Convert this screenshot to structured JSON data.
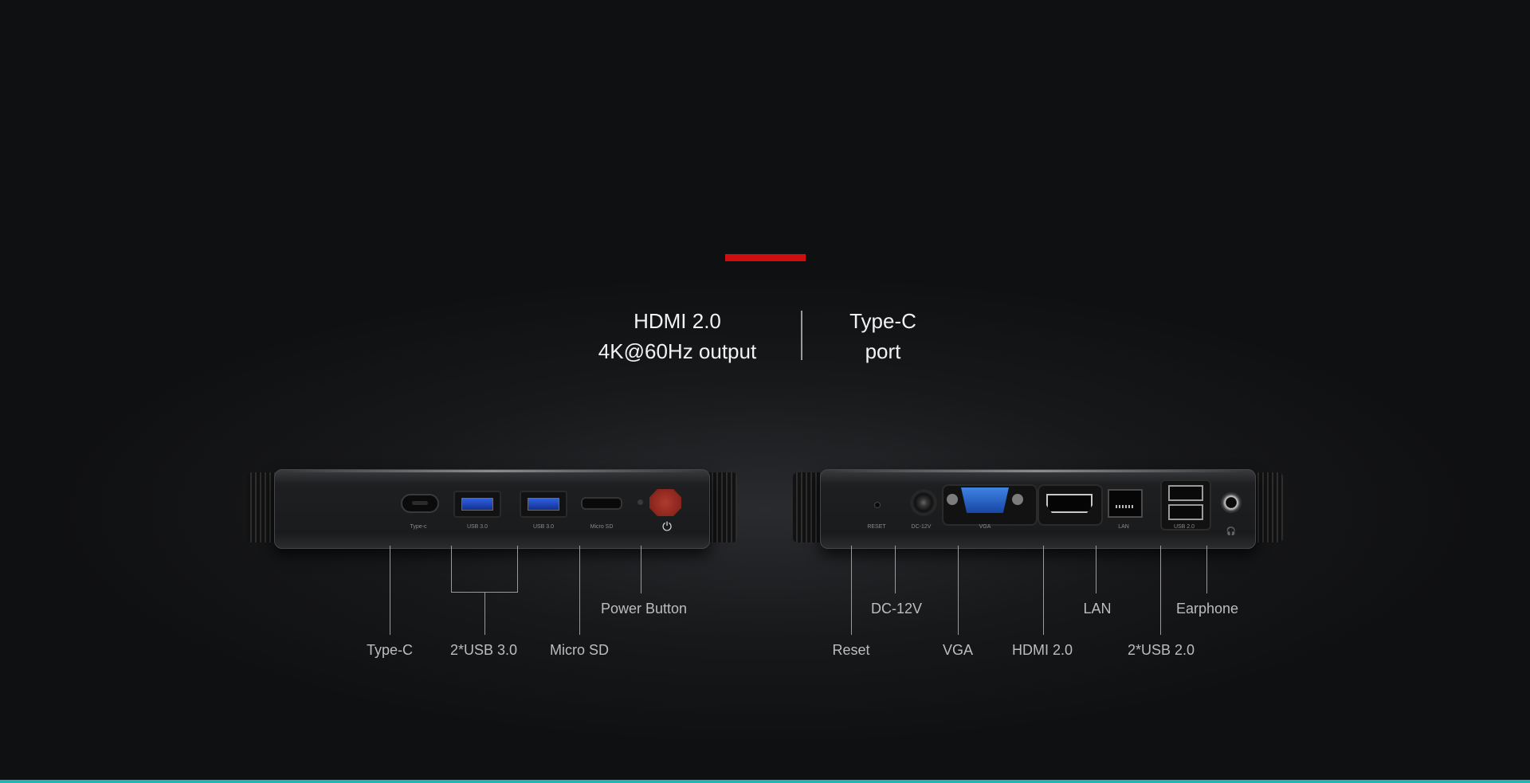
{
  "features": {
    "hdmi": {
      "line1": "HDMI 2.0",
      "line2": "4K@60Hz output"
    },
    "typec": {
      "line1": "Type-C",
      "line2": "port"
    }
  },
  "front_panel": {
    "port_labels": {
      "typec": "Type-c",
      "usb3_a": "USB 3.0",
      "usb3_b": "USB 3.0",
      "microsd": "Micro SD"
    },
    "callouts": {
      "typec": "Type-C",
      "usb3": "2*USB 3.0",
      "microsd": "Micro SD",
      "power": "Power Button"
    }
  },
  "rear_panel": {
    "port_labels": {
      "reset": "RESET",
      "dc": "DC-12V",
      "vga": "VGA",
      "lan": "LAN",
      "usb2": "USB 2.0"
    },
    "callouts": {
      "reset": "Reset",
      "dc": "DC-12V",
      "vga": "VGA",
      "hdmi": "HDMI 2.0",
      "lan": "LAN",
      "usb2": "2*USB 2.0",
      "earphone": "Earphone"
    }
  },
  "colors": {
    "accent": "#d10e0e",
    "background": "#141517",
    "bottom_border": "#1fb5b5"
  }
}
